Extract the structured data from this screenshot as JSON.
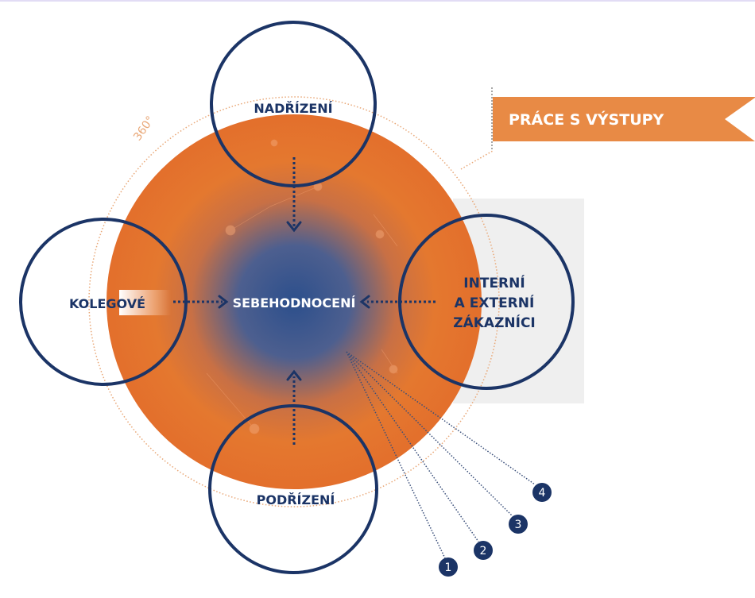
{
  "labels": {
    "top": "NADŘÍZENÍ",
    "left": "KOLEGOVÉ",
    "center": "SEBEHODNOCENÍ",
    "right_line1": "INTERNÍ",
    "right_line2": "A EXTERNÍ",
    "right_line3": "ZÁKAZNÍCI",
    "bottom": "PODŘÍZENÍ",
    "degrees": "360°"
  },
  "banner": {
    "label": "PRÁCE S VÝSTUPY"
  },
  "markers": [
    "1",
    "2",
    "3",
    "4"
  ],
  "colors": {
    "orange": "#e4732f",
    "navy": "#1b3466",
    "banner": "#e88a45",
    "gray": "#efefef"
  }
}
